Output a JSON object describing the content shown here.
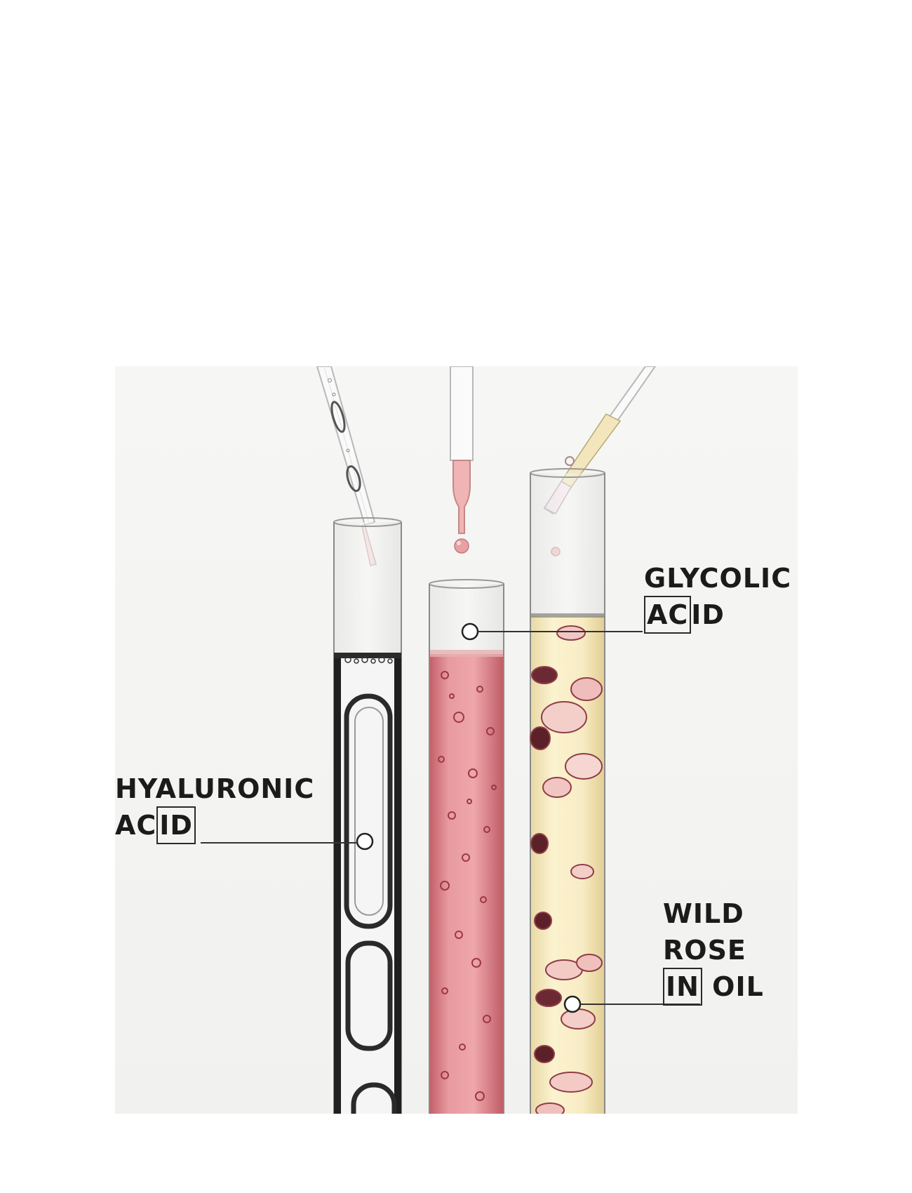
{
  "labels": {
    "glycolic": {
      "line1": "GLYCOLIC",
      "boxed": "AC",
      "rest": "ID"
    },
    "hyaluronic": {
      "line1": "HYALURONIC",
      "plain": "AC",
      "boxed": "ID"
    },
    "wildrose": {
      "line1": "WILD",
      "line2": "ROSE",
      "boxed": "IN",
      "rest": " OIL"
    }
  },
  "colors": {
    "background": "#f4f4f2",
    "text": "#1b1b1b",
    "pink_liquid": "#d9848a",
    "oil_liquid": "#f6ebc2",
    "clear_liquid": "#2b2b2b"
  }
}
